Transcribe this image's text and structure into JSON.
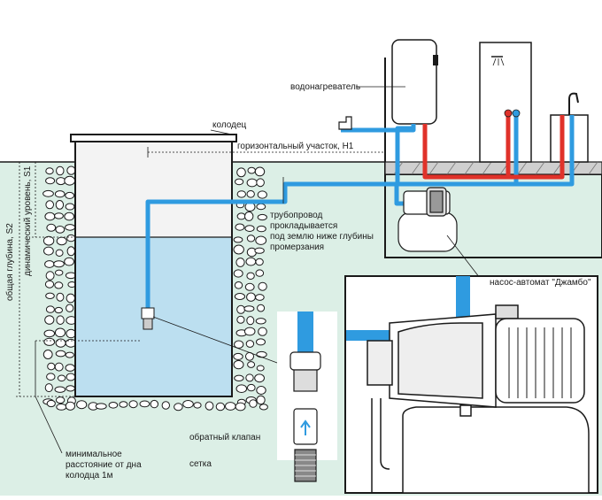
{
  "labels": {
    "heater": "водонагреватель",
    "well": "колодец",
    "horizontal": "горизонтальный участок, Н1",
    "pipe1": "трубопровод",
    "pipe2": "прокладывается",
    "pipe3": "под землю ниже глубины",
    "pipe4": "промерзания",
    "pump": "насос-автомат \"Джамбо\"",
    "check_valve": "обратный клапан",
    "mesh": "сетка",
    "min1": "минимальное",
    "min2": "расстояние от дна",
    "min3": "колодца 1м",
    "total_depth": "общая глубина, S2",
    "dyn_level": "динамический уровень, S1"
  },
  "colors": {
    "pipe_cold": "#2f9be0",
    "pipe_hot": "#e0322a",
    "ground": "#dcefe6",
    "water": "#bcdff0",
    "outline": "#1a1a1a"
  }
}
